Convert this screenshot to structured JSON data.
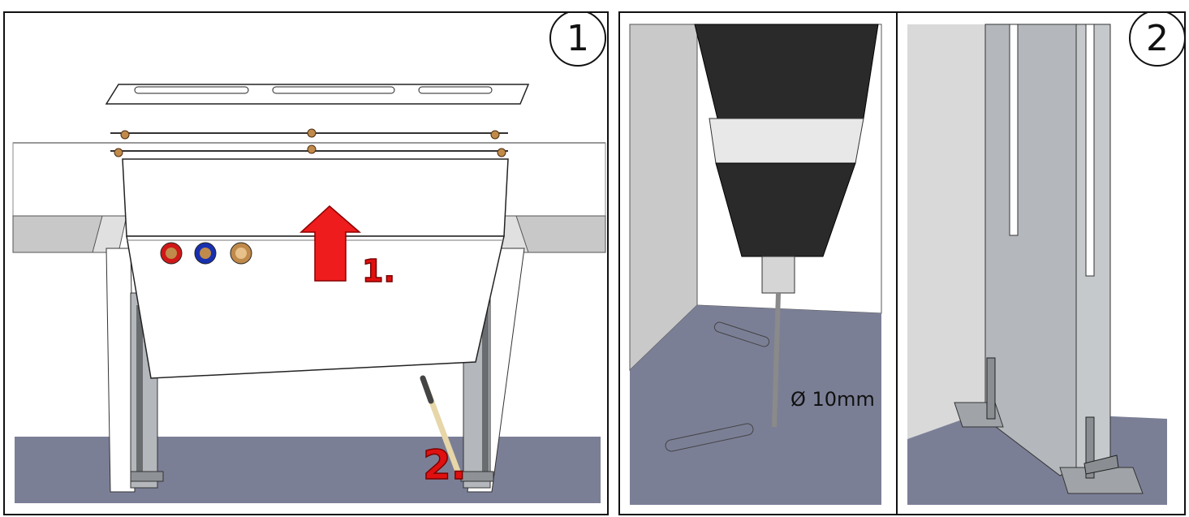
{
  "panels": {
    "panel1": {
      "number": "1",
      "step1": "1.",
      "step2": "2."
    },
    "panel2": {
      "number": "2",
      "drill_diameter": "Ø 10mm"
    }
  },
  "colors": {
    "floor": "#7b7f96",
    "metal": "#b4b8bc",
    "arrow": "#ee1c1c",
    "wall": "#d9d9d9"
  }
}
